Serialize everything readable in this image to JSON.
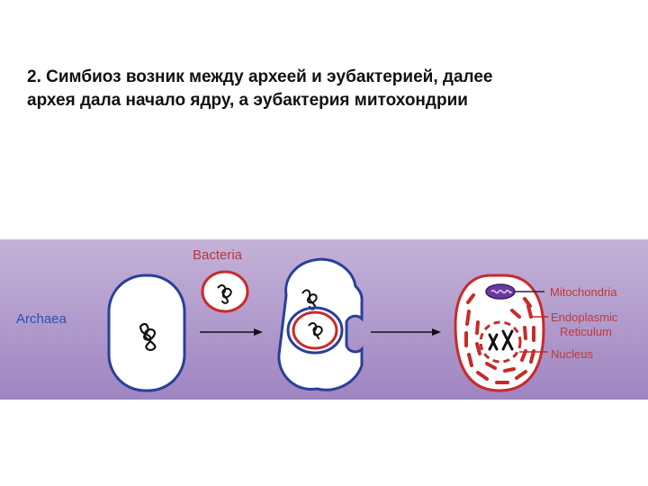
{
  "slide": {
    "line1": "2. Симбиоз возник между археей и эубактерией, далее",
    "line2": "архея дала начало ядру, а эубактерия митохондрии"
  },
  "figure": {
    "labels": {
      "bacteria": "Bacteria",
      "archaea": "Archaea",
      "mitochondria": "Mitochondria",
      "er_line1": "Endoplasmic",
      "er_line2": "Reticulum",
      "nucleus": "Nucleus"
    },
    "colors": {
      "band_top": "#c4b2d8",
      "band_bottom": "#9f85c1",
      "cell_outline": "#2a3f9a",
      "bacteria_outline": "#c92a2a",
      "label_archaea": "#2a4fb0",
      "label_bacteria": "#b43a3a",
      "label_right": "#c0383a",
      "label_dark": "#2b1f55"
    }
  }
}
